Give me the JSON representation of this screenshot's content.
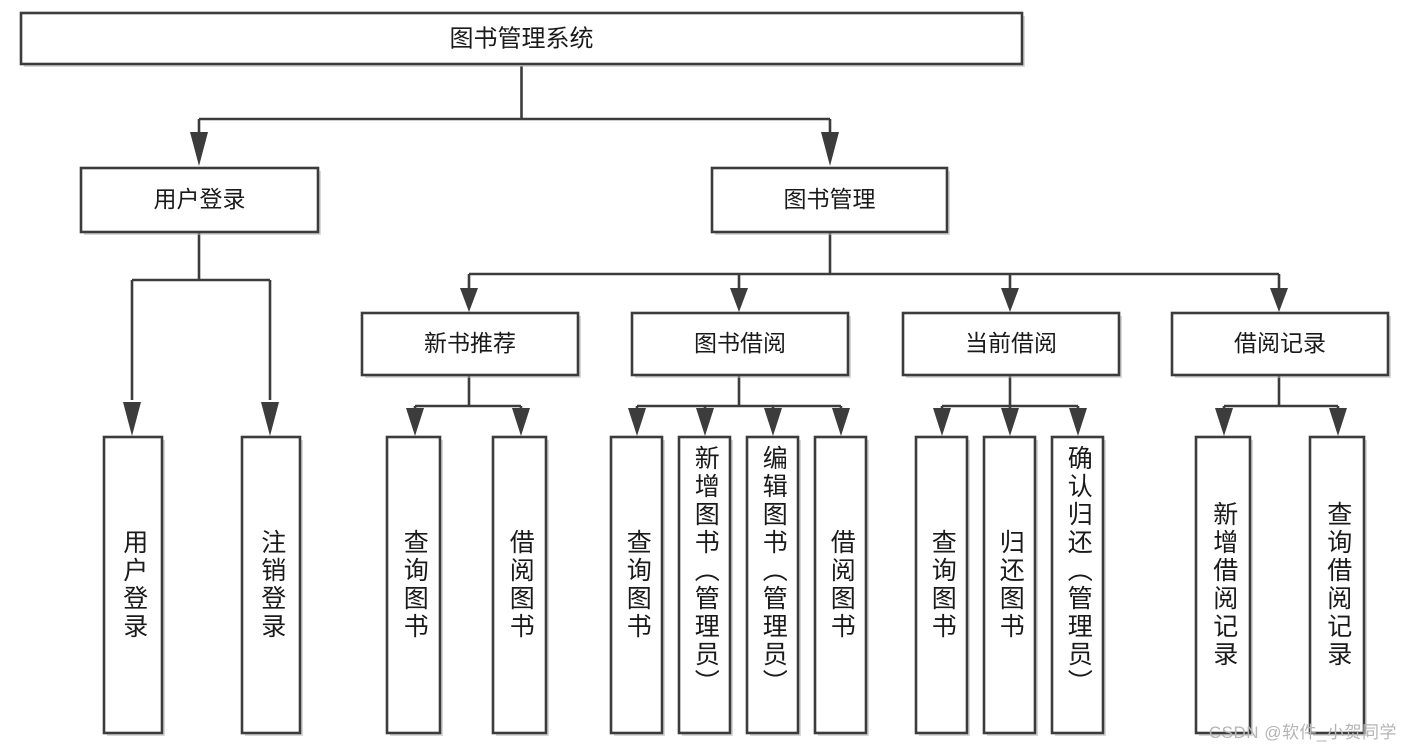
{
  "diagram": {
    "type": "tree-flowchart",
    "title": "图书管理系统",
    "orientation": "top-down",
    "watermark": "CSDN @软件_小贺同学",
    "colors": {
      "box_stroke": "#3c3c3c",
      "box_fill": "#ffffff",
      "text": "#1a1a1a",
      "watermark": "#b5b5b5",
      "background": "#ffffff"
    },
    "root": {
      "label": "图书管理系统"
    },
    "level2": [
      {
        "label": "用户登录"
      },
      {
        "label": "图书管理"
      }
    ],
    "level3": [
      {
        "label": "新书推荐"
      },
      {
        "label": "图书借阅"
      },
      {
        "label": "当前借阅"
      },
      {
        "label": "借阅记录"
      }
    ],
    "leaves": {
      "user_login": [
        {
          "label": "用户登录"
        },
        {
          "label": "注销登录"
        }
      ],
      "new_book_recommend": [
        {
          "label": "查询图书"
        },
        {
          "label": "借阅图书"
        }
      ],
      "book_borrow": [
        {
          "label": "查询图书"
        },
        {
          "label": "新增图书（管理员）"
        },
        {
          "label": "编辑图书（管理员）"
        },
        {
          "label": "借阅图书"
        }
      ],
      "current_borrow": [
        {
          "label": "查询图书"
        },
        {
          "label": "归还图书"
        },
        {
          "label": "确认归还（管理员）"
        }
      ],
      "borrow_record": [
        {
          "label": "新增借阅记录"
        },
        {
          "label": "查询借阅记录"
        }
      ]
    }
  }
}
